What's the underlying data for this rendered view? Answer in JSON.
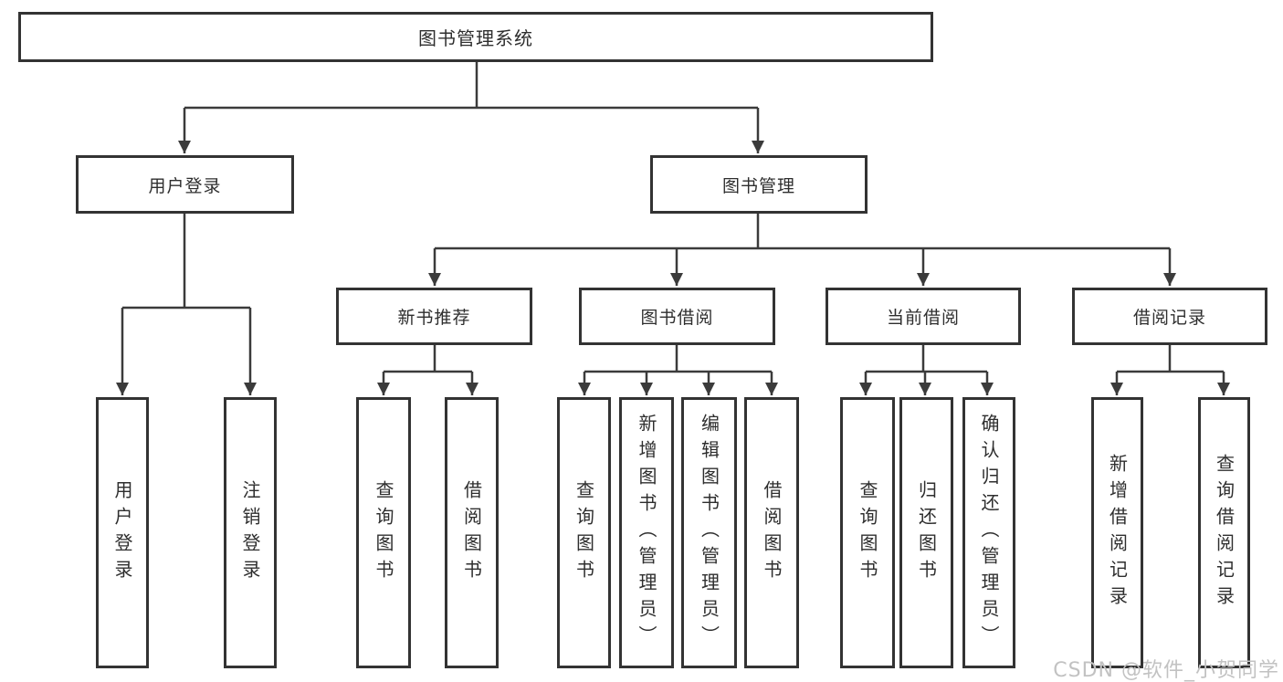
{
  "colors": {
    "line": "#3b3b3b",
    "box_border": "#333333",
    "text": "#2e2e2e",
    "watermark": "#c2c2c2",
    "background": "#ffffff"
  },
  "watermark": {
    "text": "CSDN @软件_小贺同学"
  },
  "tree": {
    "root": {
      "label": "图书管理系统",
      "children": [
        {
          "label": "用户登录",
          "children": [
            {
              "label": "用户登录"
            },
            {
              "label": "注销登录"
            }
          ]
        },
        {
          "label": "图书管理",
          "children": [
            {
              "label": "新书推荐",
              "children": [
                {
                  "label": "查询图书"
                },
                {
                  "label": "借阅图书"
                }
              ]
            },
            {
              "label": "图书借阅",
              "children": [
                {
                  "label": "查询图书"
                },
                {
                  "label": "新增图书（管理员）"
                },
                {
                  "label": "编辑图书（管理员）"
                },
                {
                  "label": "借阅图书"
                }
              ]
            },
            {
              "label": "当前借阅",
              "children": [
                {
                  "label": "查询图书"
                },
                {
                  "label": "归还图书"
                },
                {
                  "label": "确认归还（管理员）"
                }
              ]
            },
            {
              "label": "借阅记录",
              "children": [
                {
                  "label": "新增借阅记录"
                },
                {
                  "label": "查询借阅记录"
                }
              ]
            }
          ]
        }
      ]
    }
  }
}
